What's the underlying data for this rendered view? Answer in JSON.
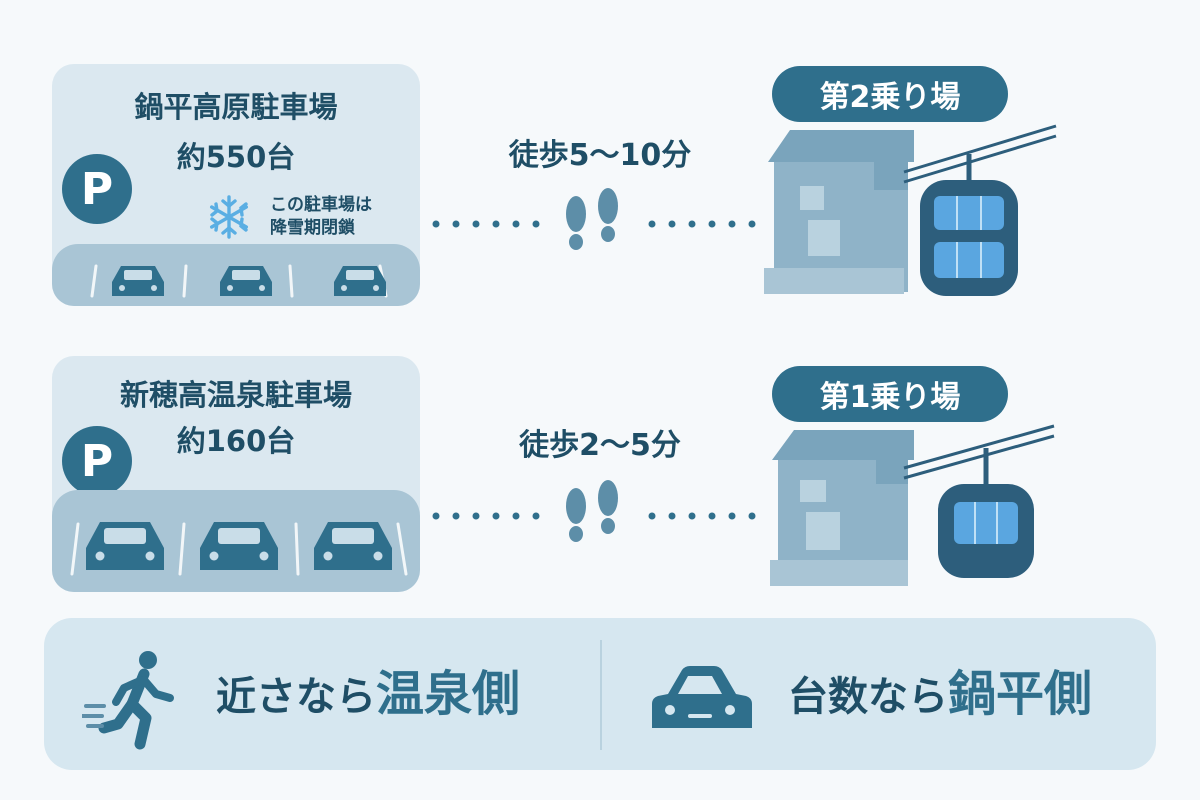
{
  "lots": [
    {
      "name": "鍋平高原駐車場",
      "capacity": "約550台",
      "badge": "P",
      "note_lines": [
        "この駐車場は",
        "降雪期閉鎖"
      ],
      "note_icon": "snowflake-icon",
      "walk": "徒歩5〜10分",
      "station": "第2乗り場"
    },
    {
      "name": "新穂高温泉駐車場",
      "capacity": "約160台",
      "badge": "P",
      "walk": "徒歩2〜5分",
      "station": "第1乗り場"
    }
  ],
  "summary": {
    "left_prefix": "近さなら",
    "left_emphasis": "温泉側",
    "left_icon": "running-person-icon",
    "right_prefix": "台数なら",
    "right_emphasis": "鍋平側",
    "right_icon": "car-icon"
  },
  "colors": {
    "background": "#f6f9fb",
    "card": "#dbe8f0",
    "ground": "#a9c5d5",
    "dark": "#2f6f8c",
    "text": "#1f4e66",
    "snow": "#5aaee3",
    "building": "#8fb3c8",
    "gondola": "#2d5e7c",
    "window": "#5aa6e0"
  }
}
